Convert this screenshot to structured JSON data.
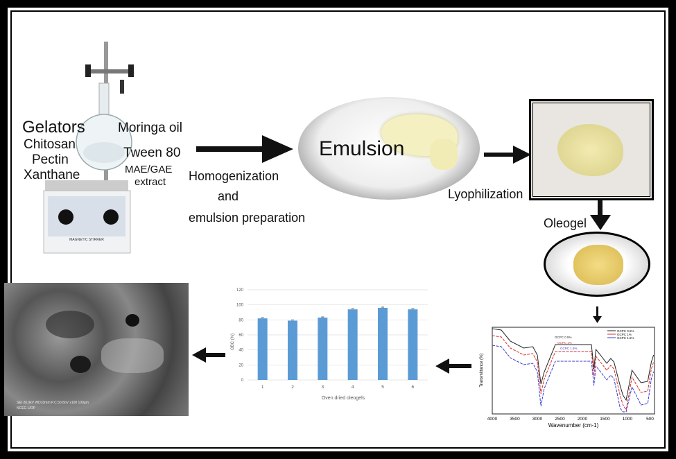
{
  "gelators": {
    "title": "Gelators",
    "items": [
      "Chitosan",
      "Pectin",
      "Xanthane"
    ]
  },
  "ingredients": {
    "oil": "Moringa oil",
    "surfactant": "Tween 80",
    "extract_line1": "MAE/GAE",
    "extract_line2": "extract"
  },
  "stirrer": {
    "label": "MAGNETIC STIRRER"
  },
  "step1": {
    "line1": "Homogenization",
    "line2": "and",
    "line3": "emulsion preparation"
  },
  "emulsion": {
    "label": "Emulsion"
  },
  "step2": {
    "label": "Lyophilization"
  },
  "oleogel": {
    "label": "Oleogel"
  },
  "sem": {
    "caption_line1": "SEI 20.0kV WD10mm P.C.50 8nV x100 100μm",
    "caption_line2": "NCEG-UOP"
  },
  "chart_data": [
    {
      "type": "bar",
      "title": "",
      "xlabel": "Oven dried oleogels",
      "ylabel": "OBC (%)",
      "categories": [
        "1",
        "2",
        "3",
        "4",
        "5",
        "6"
      ],
      "values": [
        82,
        79,
        83,
        94,
        96,
        94
      ],
      "ylim": [
        0,
        120
      ],
      "yticks": [
        "0",
        "20",
        "40",
        "60",
        "80",
        "100",
        "120"
      ],
      "color": "#5b9bd5",
      "grid": true
    },
    {
      "type": "line",
      "xlabel": "Wavenumber (cm-1)",
      "ylabel": "Transmittance (%)",
      "xlim": [
        4000,
        400
      ],
      "xticks": [
        "4000",
        "3500",
        "3000",
        "2500",
        "2000",
        "1500",
        "1000",
        "500"
      ],
      "legend": "top-right",
      "series": [
        {
          "name": "GCPC 0.5%",
          "color": "#222222"
        },
        {
          "name": "GCPC 1%",
          "color": "#d9302c"
        },
        {
          "name": "GCPC 1.5%",
          "color": "#3a3ad0"
        }
      ]
    }
  ]
}
